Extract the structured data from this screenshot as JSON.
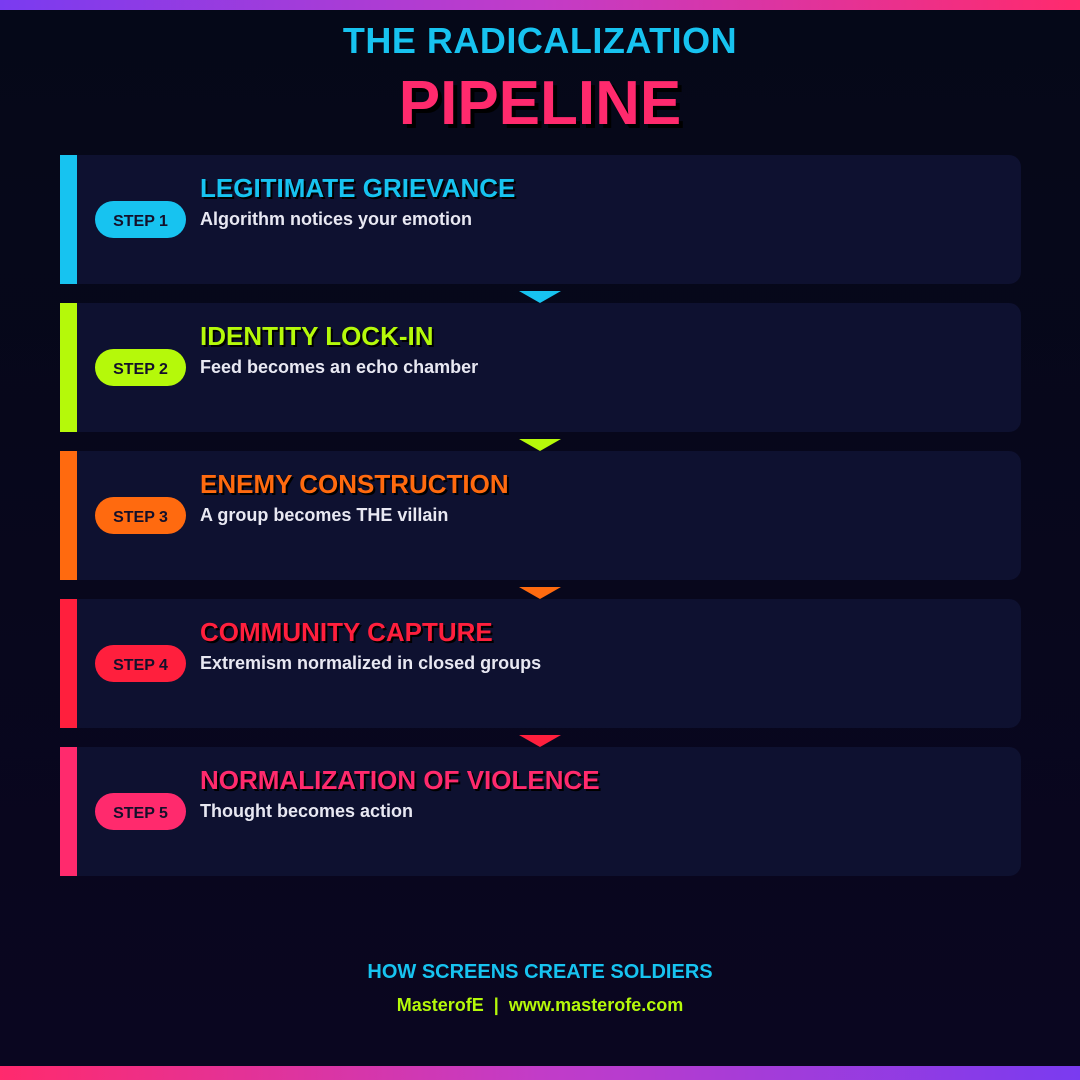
{
  "header": {
    "title_top": "THE RADICALIZATION",
    "title_main": "PIPELINE"
  },
  "steps": [
    {
      "badge": "STEP 1",
      "title": "LEGITIMATE GRIEVANCE",
      "desc": "Algorithm notices your emotion",
      "color": "#17c3f0"
    },
    {
      "badge": "STEP 2",
      "title": "IDENTITY LOCK-IN",
      "desc": "Feed becomes an echo chamber",
      "color": "#b5f90a"
    },
    {
      "badge": "STEP 3",
      "title": "ENEMY CONSTRUCTION",
      "desc": "A group becomes THE villain",
      "color": "#ff6a0f"
    },
    {
      "badge": "STEP 4",
      "title": "COMMUNITY CAPTURE",
      "desc": "Extremism normalized in closed groups",
      "color": "#ff1f3d"
    },
    {
      "badge": "STEP 5",
      "title": "NORMALIZATION OF VIOLENCE",
      "desc": "Thought becomes action",
      "color": "#ff2a6d"
    }
  ],
  "footer": {
    "tagline": "HOW SCREENS CREATE SOLDIERS",
    "credit": "MasterofE  |  www.masterofe.com"
  }
}
